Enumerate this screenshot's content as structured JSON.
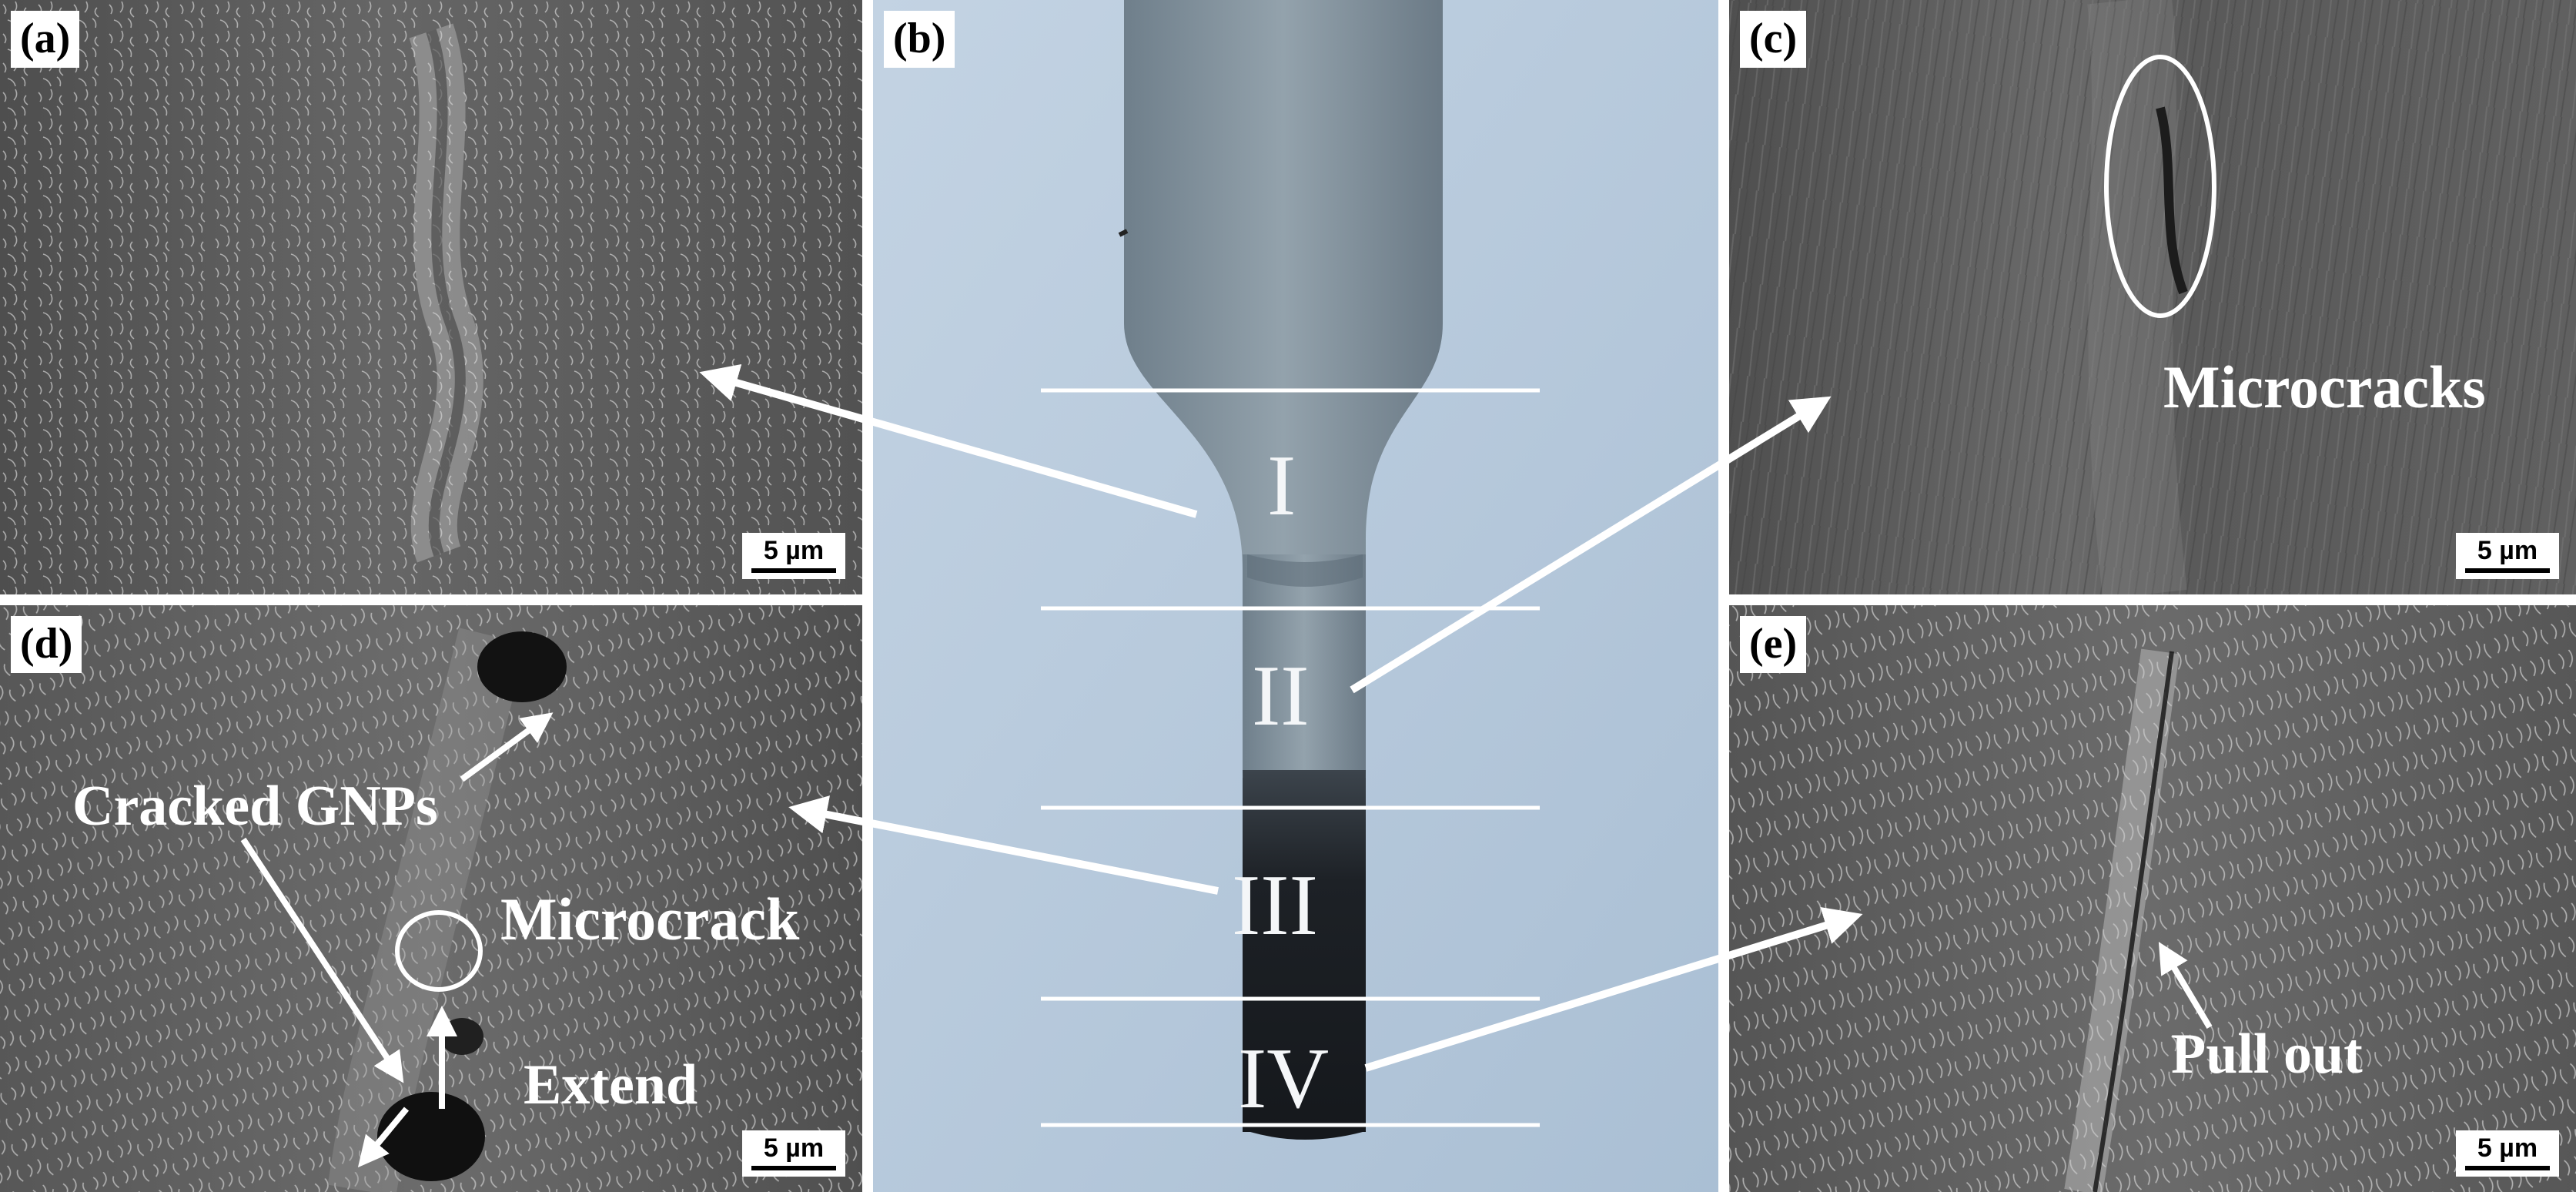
{
  "figure": {
    "panels": [
      {
        "id": "a",
        "label": "(a)",
        "scale": "5 µm"
      },
      {
        "id": "b",
        "label": "(b)"
      },
      {
        "id": "c",
        "label": "(c)",
        "scale": "5 µm"
      },
      {
        "id": "d",
        "label": "(d)",
        "scale": "5 µm"
      },
      {
        "id": "e",
        "label": "(e)",
        "scale": "5 µm"
      }
    ],
    "zones": [
      "I",
      "II",
      "III",
      "IV"
    ],
    "annotations": {
      "microcracks": "Microcracks",
      "cracked_gnps": "Cracked GNPs",
      "microcrack": "Microcrack",
      "extend": "Extend",
      "pull_out": "Pull out"
    }
  },
  "colors": {
    "sem_gray": "#5a5a5a",
    "photo_bg": "#b9cde0",
    "specimen_metal": "#7f8e99",
    "specimen_dark": "#1f2328",
    "annotation": "#ffffff"
  }
}
